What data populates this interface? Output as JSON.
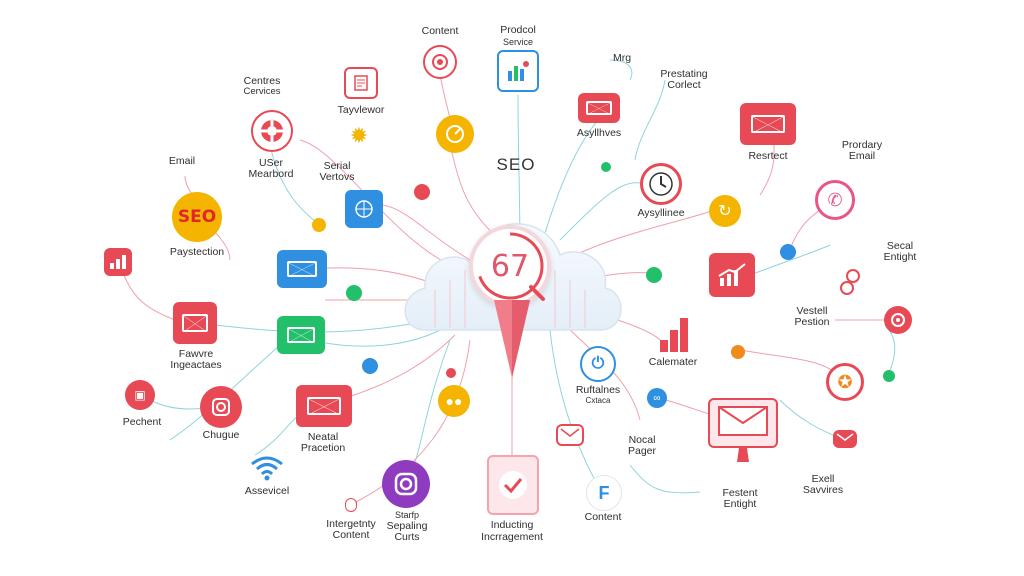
{
  "labels": {
    "content_top": "Content",
    "prodcol_service_1": "Prodcol",
    "prodcol_service_2": "Service",
    "mrg": "Mrg",
    "prestating_1": "Prestating",
    "prestating_2": "Corlect",
    "centres_1": "Centres",
    "centres_2": "Cervices",
    "taywiewor": "Tayvlewor",
    "email_left": "Email",
    "user_mearbord_1": "USer",
    "user_mearbord_2": "Mearbord",
    "serial_vertovs_1": "Serial",
    "serial_vertovs_2": "Vertovs",
    "seo_center": "SEO",
    "asylihves": "Asyllhves",
    "resrotect": "Resrtect",
    "prordary_email_1": "Prordary",
    "prordary_email_2": "Email",
    "paystection": "Paystection",
    "aysylilinee": "Aysyllinee",
    "secal_entight_1": "Secal",
    "secal_entight_2": "Entight",
    "fawvre_1": "Fawvre",
    "fawvre_2": "Ingeactaes",
    "vestell_pestion_1": "Vestell",
    "vestell_pestion_2": "Pestion",
    "calemeter": "Calemater",
    "ruftalmes_1": "Ruftalnes",
    "ruftalmes_2": "Cxtaca",
    "pechent": "Pechent",
    "chugue": "Chugue",
    "neatal_pracetion_1": "Neatal",
    "neatal_pracetion_2": "Pracetion",
    "nocal_pager_1": "Nocal",
    "nocal_pager_2": "Pager",
    "assevicel": "Assevicel",
    "exell_savvires_1": "Exell",
    "exell_savvires_2": "Savvires",
    "festent_entight_1": "Festent",
    "festent_entight_2": "Entight",
    "content_bottom": "Content",
    "intergetnty_1": "Intergetnty",
    "intergetnty_2": "Content",
    "starfp_1": "Starfp",
    "starfp_2": "Sepaling",
    "starfp_3": "Curts",
    "inducting_1": "Inducting",
    "inducting_2": "Incrragement"
  },
  "icons": {
    "seo_badge": "SEO",
    "gauge_value": "67"
  },
  "colors": {
    "red": "#e84a55",
    "pink": "#f06a7a",
    "blue": "#2f8fe0",
    "green": "#22c06a",
    "yellow": "#f4b400",
    "orange": "#f08a1c",
    "purple": "#8e3bbf",
    "line_red": "#f0a0aa",
    "line_teal": "#8fd4dc"
  }
}
